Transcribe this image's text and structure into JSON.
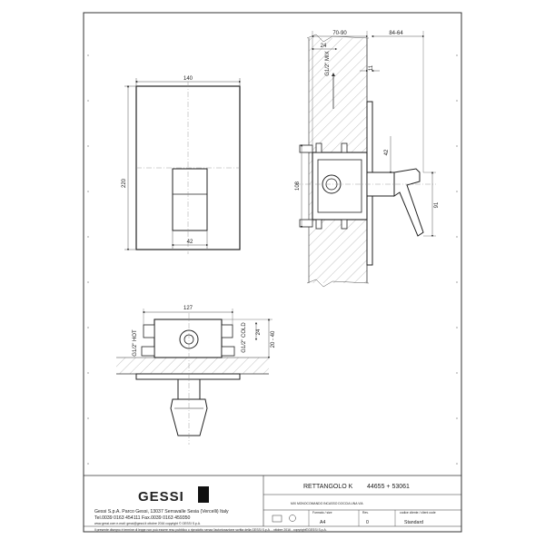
{
  "dimensions": {
    "front_width": "140",
    "front_height": "220",
    "front_handle_width": "42",
    "side_top_70_90": "70-90",
    "side_top_24": "24",
    "side_top_84_64": "84-64",
    "side_11": "11",
    "side_42": "42",
    "side_108": "108",
    "side_91": "91",
    "mix_label": "G1/2\" MIX",
    "plan_width": "127",
    "plan_hot": "G1/2\" HOT",
    "plan_cold": "G1/2\" COLD",
    "plan_24": "24",
    "plan_20_40": "20 - 40"
  },
  "title_block": {
    "brand": "GESSI",
    "company_line1": "Gessi S.p.A. Parco Gessi, 13037 Serravalle Sesia (Vercelli) Italy",
    "company_line2": "Tel.0039 0163 454111 Fax.0039 0163 459350",
    "company_line3": "www.gessi.com  e-mail: gessi@gessi.it   ottobre 2016   copyright © GESSI S.p.A.",
    "product_name": "RETTANGOLO K",
    "product_codes": "44655 + 53061",
    "description": "MIX MONOCOMANDO INCASSO DOCCIA UNA VIA",
    "hdr_format": "Formato / size",
    "hdr_rev": "Rev.",
    "hdr_client": "codice cliente / client code",
    "format_value": "A4",
    "rev_value": "0",
    "client_value": "Standard",
    "copyright_notice": "Il presente disegno è termine di legge non può essere reso pubblico o riprodotto senza l'autorizzazione scritta della GESSI S.p.A. - ottobre 2016 - copyright©GESSI S.p.A."
  }
}
